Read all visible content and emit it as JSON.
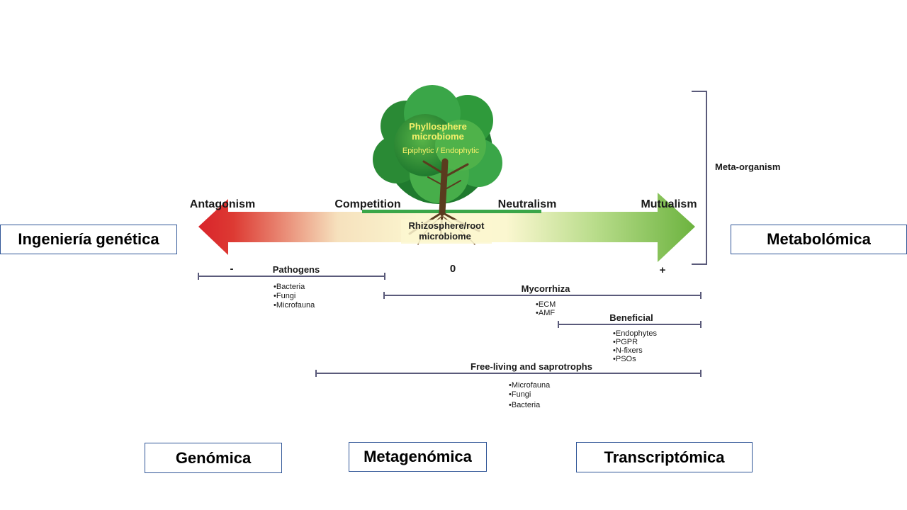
{
  "boxes": {
    "genetic_engineering": "Ingeniería genética",
    "metabolomics": "Metabolómica",
    "genomics": "Genómica",
    "metagenomics": "Metagenómica",
    "transcriptomics": "Transcriptómica"
  },
  "spectrum": {
    "antagonism": "Antagonism",
    "competition": "Competition",
    "neutralism": "Neutralism",
    "mutualism": "Mutualism",
    "minus": "-",
    "zero": "0",
    "plus": "+"
  },
  "tree": {
    "phyllosphere_line1": "Phyllosphere",
    "phyllosphere_line2": "microbiome",
    "epiphytic": "Epiphytic / Endophytic",
    "rhizosphere_line1": "Rhizosphere/root",
    "rhizosphere_line2": "microbiome"
  },
  "meta_organism": "Meta-organism",
  "groups": {
    "pathogens": {
      "title": "Pathogens",
      "items": [
        "•Bacteria",
        "•Fungi",
        "•Microfauna"
      ]
    },
    "mycorrhiza": {
      "title": "Mycorrhiza",
      "items": [
        "•ECM",
        "•AMF"
      ]
    },
    "beneficial": {
      "title": "Beneficial",
      "items": [
        "•Endophytes",
        "•PGPR",
        "•N-fixers",
        "•PSOs"
      ]
    },
    "free_living": {
      "title": "Free-living and saprotrophs",
      "items": [
        "•Microfauna",
        "•Fungi",
        "•Bacteria"
      ]
    }
  },
  "colors": {
    "antagonism_red": "#d9232a",
    "neutral_cream": "#fbf7d0",
    "mutualism_green": "#6cb33f",
    "competition_bar": "#3aa648",
    "bracket": "#5a5a7a",
    "box_border": "#2f5597",
    "tree_dark": "#1f7a2e",
    "tree_light": "#6cc04a",
    "trunk": "#5a3b1e",
    "tree_text": "#f6f06a"
  }
}
